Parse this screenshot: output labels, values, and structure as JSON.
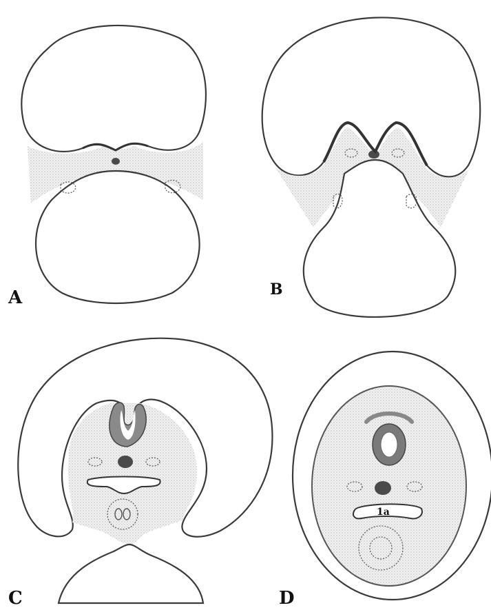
{
  "panels": [
    {
      "id": "A",
      "label": "A"
    },
    {
      "id": "B",
      "label": "B"
    },
    {
      "id": "C",
      "label": "C"
    },
    {
      "id": "D",
      "label": "D"
    }
  ],
  "annotations": {
    "d_structure_label": "1a"
  },
  "colors": {
    "outline": "#3a3a3a",
    "stipple": "#9a9a9a",
    "dark_structure": "#4a4a4a",
    "background": "#ffffff"
  }
}
